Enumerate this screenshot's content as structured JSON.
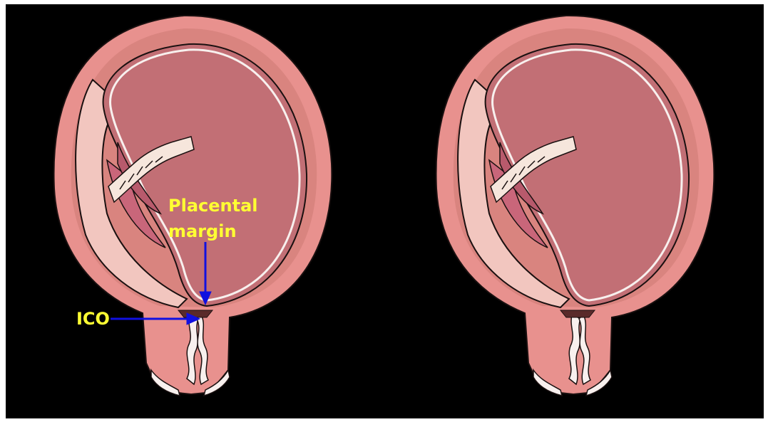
{
  "labels": {
    "placental_line1": "Placental",
    "placental_line2": "margin",
    "ico": "ICO"
  },
  "colors": {
    "background": "#000000",
    "label_text": "#ffff33",
    "arrow": "#1010e0",
    "uterine_wall": "#e8918e",
    "uterine_wall_dark": "#c97772",
    "amniotic_sac": "#c26f75",
    "placenta": "#f2c6bf",
    "membrane_line": "#f8f0ee",
    "outline": "#1a1010"
  },
  "panels": [
    {
      "name": "with-annotations"
    },
    {
      "name": "without-annotations"
    }
  ]
}
